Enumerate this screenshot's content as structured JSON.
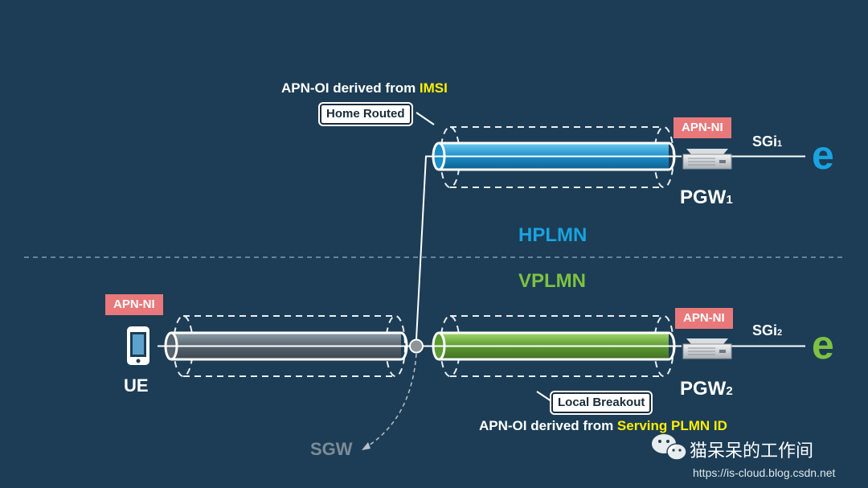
{
  "apn_oi_top": {
    "prefix": "APN-OI derived from ",
    "highlight": "IMSI"
  },
  "home_routed": "Home Routed",
  "apn_ni": "APN-NI",
  "sgi1": {
    "base": "SGi",
    "sub": "1"
  },
  "sgi2": {
    "base": "SGi",
    "sub": "2"
  },
  "e_symbol": "e",
  "pgw1": {
    "base": "PGW",
    "sub": "1"
  },
  "pgw2": {
    "base": "PGW",
    "sub": "2"
  },
  "hplmn": "HPLMN",
  "vplmn": "VPLMN",
  "ue": "UE",
  "sgw": "SGW",
  "local_breakout": "Local Breakout",
  "apn_oi_bottom": {
    "prefix": "APN-OI derived from ",
    "highlight": "Serving PLMN ID"
  },
  "watermark": {
    "name": "猫呆呆的工作间",
    "url": "https://is-cloud.blog.csdn.net"
  },
  "colors": {
    "background": "#1c3d55",
    "hplmn": "#1aa3e0",
    "vplmn": "#7dc242",
    "apn_ni_bg": "#e8787a",
    "highlight": "#ffee00"
  }
}
